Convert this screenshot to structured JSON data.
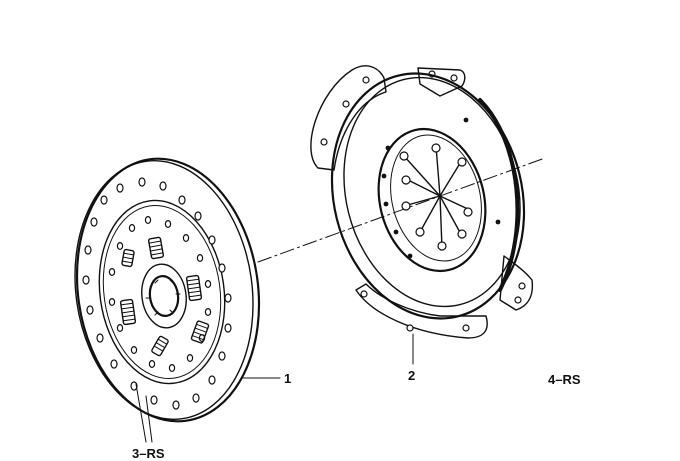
{
  "diagram": {
    "callouts": [
      {
        "id": "part-1",
        "text": "1"
      },
      {
        "id": "part-2",
        "text": "2"
      },
      {
        "id": "part-3",
        "text": "3–RS"
      },
      {
        "id": "part-4",
        "text": "4–RS"
      }
    ],
    "parts": [
      {
        "icon": "clutch-disc-icon"
      },
      {
        "icon": "pressure-plate-icon"
      }
    ],
    "colors": {
      "ink": "#111111",
      "paper": "#ffffff"
    }
  }
}
